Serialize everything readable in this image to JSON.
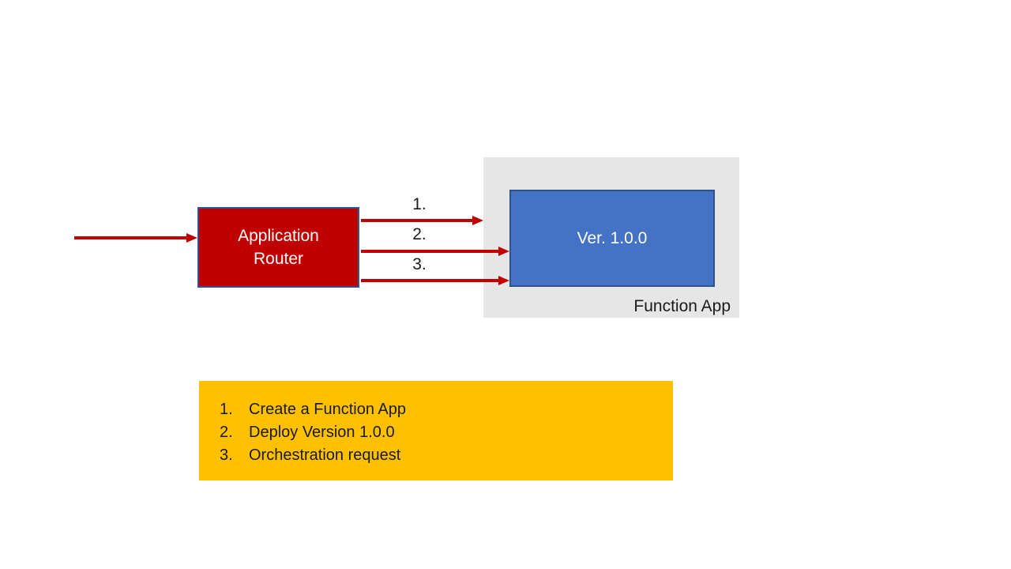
{
  "router": {
    "line1": "Application",
    "line2": "Router"
  },
  "function_app": {
    "group_label": "Function App",
    "version_label": "Ver. 1.0.0"
  },
  "flow_labels": [
    "1.",
    "2.",
    "3."
  ],
  "legend": {
    "items": [
      {
        "number": "1.",
        "text": "Create a Function App"
      },
      {
        "number": "2.",
        "text": "Deploy Version 1.0.0"
      },
      {
        "number": "3.",
        "text": "Orchestration request"
      }
    ]
  },
  "colors": {
    "router_fill": "#C00000",
    "box_border": "#2F528F",
    "version_fill": "#4472C4",
    "group_fill": "#E6E6E6",
    "legend_fill": "#FFC000",
    "arrow": "#C00000",
    "text_dark": "#1A1A1A",
    "text_light": "#FFFFFF"
  }
}
